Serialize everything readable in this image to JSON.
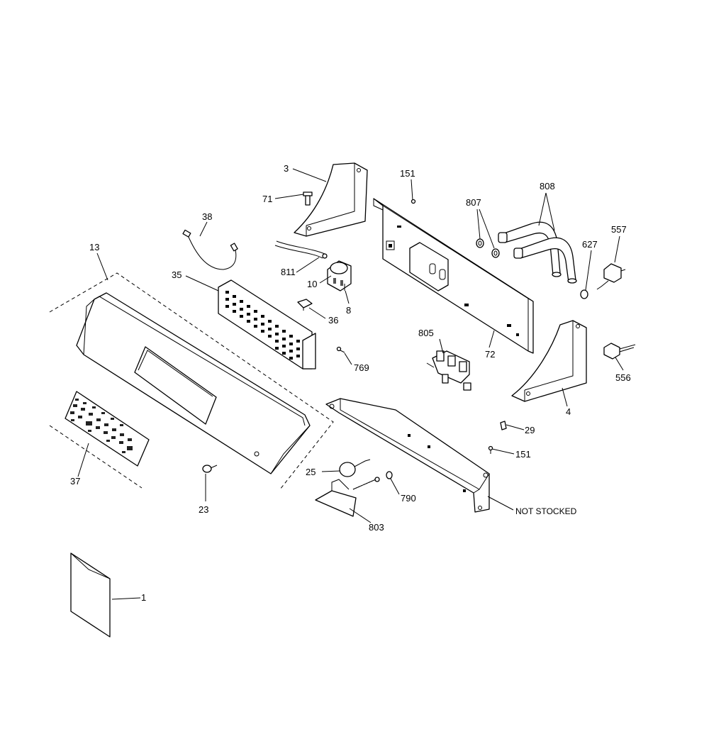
{
  "labels": {
    "p1": "1",
    "p3": "3",
    "p4": "4",
    "p8": "8",
    "p10": "10",
    "p13": "13",
    "p23": "23",
    "p25": "25",
    "p29": "29",
    "p35": "35",
    "p36": "36",
    "p37": "37",
    "p38": "38",
    "p71": "71",
    "p72": "72",
    "p151a": "151",
    "p151b": "151",
    "p556": "556",
    "p557": "557",
    "p627": "627",
    "p769": "769",
    "p790": "790",
    "p803": "803",
    "p805": "805",
    "p807": "807",
    "p808": "808",
    "p811": "811",
    "not_stocked": "NOT STOCKED"
  }
}
